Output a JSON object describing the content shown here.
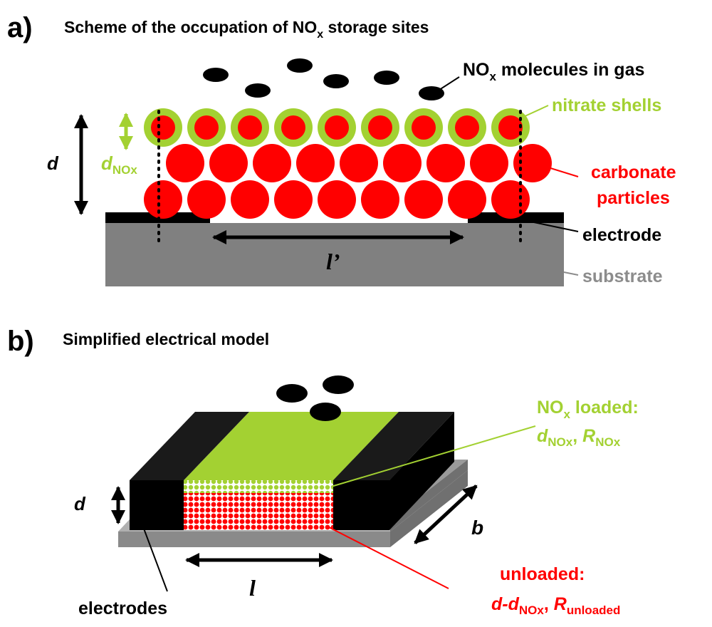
{
  "colors": {
    "green": "#a3d132",
    "red": "#ff0000",
    "black": "#000000",
    "substrate": "#808080",
    "substrate_label": "#8c8c8c",
    "line_green": "#9bc53d"
  },
  "panel_a": {
    "letter": "a)",
    "title": "Scheme of the occupation of NO",
    "title_sub": "x",
    "title_end": " storage sites",
    "gas_label": "NO",
    "gas_label_sub": "x",
    "gas_label_end": " molecules in gas",
    "nitrate_label": "nitrate shells",
    "carbonate_label_1": "carbonate",
    "carbonate_label_2": "particles",
    "electrode_label": "electrode",
    "substrate_label": "substrate",
    "d_label": "d",
    "dnox_label": "d",
    "dnox_sub": "NOx",
    "lprime_label": "l’"
  },
  "panel_b": {
    "letter": "b)",
    "title": "Simplified electrical model",
    "loaded_label_1": "NO",
    "loaded_label_1_sub": "x",
    "loaded_label_1_end": " loaded:",
    "loaded_d": "d",
    "loaded_d_sub": "NOx",
    "loaded_sep": ", ",
    "loaded_r": "R",
    "loaded_r_sub": "NOx",
    "unloaded_label_1": "unloaded:",
    "unloaded_d": "d-d",
    "unloaded_d_sub": "NOx",
    "unloaded_sep": ", ",
    "unloaded_r": "R",
    "unloaded_r_sub": "unloaded",
    "d_label": "d",
    "l_label": "l",
    "b_label": "b",
    "electrodes_label": "electrodes"
  }
}
